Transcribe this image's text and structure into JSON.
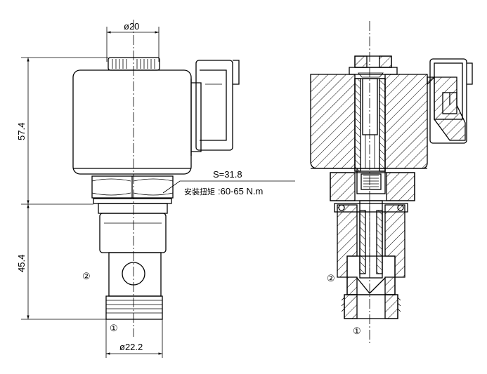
{
  "dimensions": {
    "top_diameter": "ø20",
    "bottom_diameter": "ø22.2",
    "height_upper": "57.4",
    "height_lower": "45.4",
    "wrench_size": "S=31.8",
    "torque_label": "安装扭矩",
    "torque_value": ":60-65 N.m"
  },
  "ports": {
    "port1": "①",
    "port2": "②"
  }
}
